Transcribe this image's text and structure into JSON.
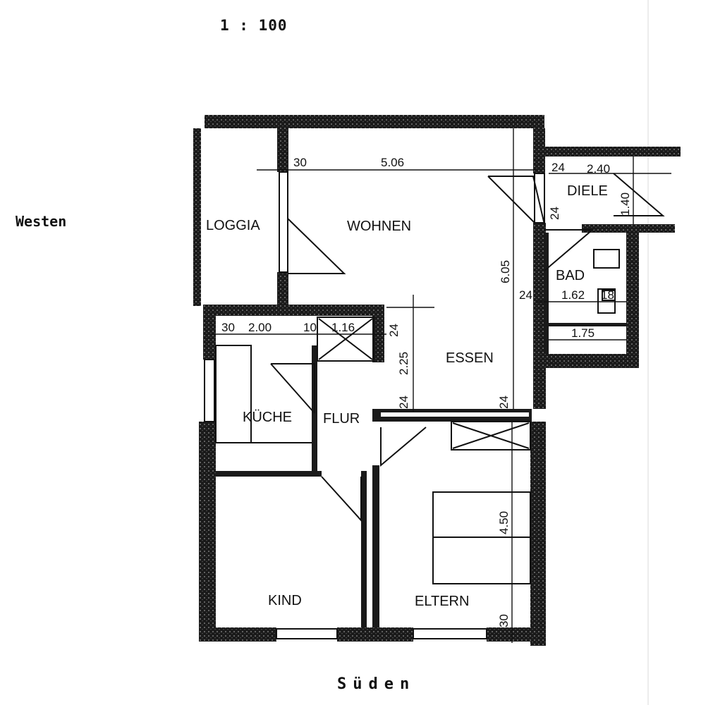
{
  "header": {
    "scale": "1 : 100"
  },
  "orientation": {
    "west": "Westen",
    "south": "Süden"
  },
  "rooms": {
    "loggia": "LOGGIA",
    "wohnen": "WOHNEN",
    "diele": "DIELE",
    "bad": "BAD",
    "essen": "ESSEN",
    "kueche": "KÜCHE",
    "flur": "FLUR",
    "kind": "KIND",
    "eltern": "ELTERN"
  },
  "dimensions": {
    "wohnen_wall": "30",
    "wohnen_width": "5.06",
    "diele_wall": "24",
    "diele_width": "2.40",
    "diele_depth": "1.40",
    "diele_bad_wall": "24",
    "living_depth": "6.05",
    "bad_wall": "24",
    "bad_width": "1.62",
    "bad_small": "18",
    "bad_lower": "1.75",
    "kueche_wall": "30",
    "kueche_width": "2.00",
    "kueche_partition": "10",
    "shaft_width": "1.16",
    "shaft_wall": "24",
    "flur_depth": "2.25",
    "flur_wall": "24",
    "essen_wall": "24",
    "eltern_depth": "4.50",
    "eltern_wall": "30"
  }
}
